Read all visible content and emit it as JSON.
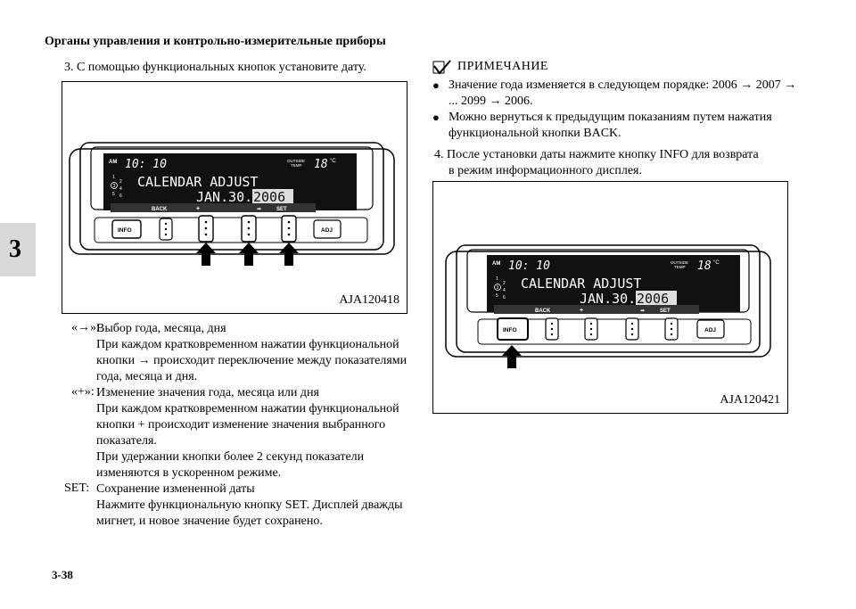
{
  "header": {
    "title": "Органы управления и контрольно-измерительные приборы"
  },
  "chapter": "3",
  "page_number": "3-38",
  "left": {
    "step3": "3.  С помощью функциональных кнопок установите дату.",
    "figure1": {
      "code": "AJA120418",
      "display": {
        "am": "AM",
        "time": "10: 10",
        "outside": "OUTSIDE",
        "temp": "TEMP",
        "temp_value": "18",
        "unit": "°C",
        "line1": "CALENDAR ADJUST",
        "line2": "JAN.30.",
        "year": "2006",
        "nums": [
          "1",
          "2",
          "3",
          "4",
          "5",
          "6"
        ]
      },
      "labels": {
        "back": "BACK",
        "plus": "+",
        "arrow": "➡",
        "set": "SET",
        "info": "INFO",
        "adj": "ADJ"
      }
    },
    "defs": [
      {
        "term": "«→»:",
        "lines": [
          "Выбор года, месяца, дня",
          "При каждом кратковременном нажатии функциональной",
          "кнопки → происходит переключение между показателями",
          "года, месяца и дня."
        ]
      },
      {
        "term": "«+»:",
        "lines": [
          "Изменение значения года, месяца или дня",
          "При каждом кратковременном нажатии функциональной",
          "кнопки + происходит изменение значения выбранного",
          "показателя.",
          "При удержании кнопки более 2 секунд показатели",
          "изменяются в ускоренном режиме."
        ]
      },
      {
        "term": "SET:",
        "lines": [
          "Сохранение измененной даты",
          "Нажмите функциональную кнопку SET. Дисплей дважды",
          "мигнет, и новое значение будет сохранено."
        ]
      }
    ]
  },
  "right": {
    "note_title": "ПРИМЕЧАНИЕ",
    "notes": [
      [
        "Значение года изменяется в следующем порядке: 2006 → 2007 →",
        "... 2099 → 2006."
      ],
      [
        "Можно вернуться к предыдущим показаниям путем нажатия",
        "функциональной кнопки BACK."
      ]
    ],
    "step4": [
      "4.  После установки даты нажмите кнопку INFO для возврата",
      "в режим информационного дисплея."
    ],
    "figure2": {
      "code": "AJA120421"
    }
  }
}
